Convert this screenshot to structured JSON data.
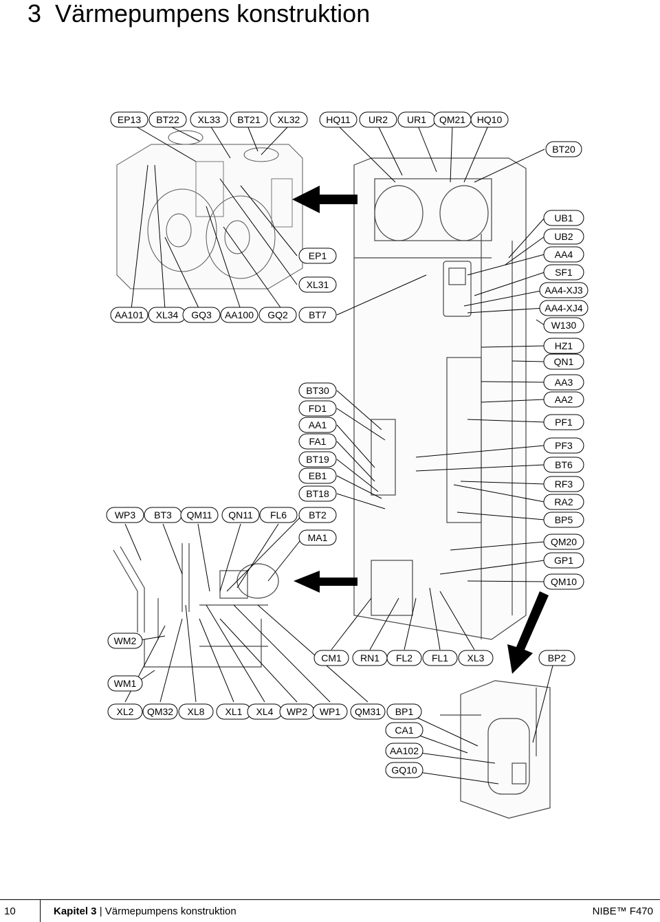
{
  "header": {
    "chapter_number": "3",
    "title": "Värmepumpens konstruktion"
  },
  "labels": {
    "top_left": [
      "EP13",
      "BT22",
      "XL33",
      "BT21",
      "XL32"
    ],
    "top_center": [
      "HQ11",
      "UR2",
      "UR1",
      "QM21",
      "HQ10"
    ],
    "bt20": "BT20",
    "right_column": [
      "UB1",
      "UB2",
      "AA4",
      "SF1",
      "AA4-XJ3",
      "AA4-XJ4",
      "W130",
      "HZ1",
      "QN1",
      "AA3",
      "AA2",
      "PF1",
      "PF3",
      "BT6",
      "RF3",
      "RA2",
      "BP5",
      "QM20",
      "GP1",
      "QM10"
    ],
    "mid_left_row": [
      "AA101",
      "XL34",
      "GQ3",
      "AA100",
      "GQ2"
    ],
    "mid_column_top": [
      "EP1",
      "XL31",
      "BT7"
    ],
    "mid_column": [
      "BT30",
      "FD1",
      "AA1",
      "FA1",
      "BT19",
      "EB1",
      "BT18",
      "BT2",
      "MA1"
    ],
    "lower_left_row": [
      "WP3",
      "BT3",
      "QM11",
      "QN11",
      "FL6"
    ],
    "wm2": "WM2",
    "wm1": "WM1",
    "bottom_mid_row": [
      "CM1",
      "RN1",
      "FL2",
      "FL1",
      "XL3"
    ],
    "bp2": "BP2",
    "bottom_row": [
      "XL2",
      "QM32",
      "XL8",
      "XL1",
      "XL4",
      "WP2",
      "WP1",
      "QM31",
      "BP1"
    ],
    "bottom_column": [
      "CA1",
      "AA102",
      "GQ10"
    ]
  },
  "footer": {
    "page": "10",
    "chapter": "Kapitel 3",
    "separator": "|",
    "title": "Värmepumpens konstruktion",
    "brand": "NIBE™ F470"
  }
}
